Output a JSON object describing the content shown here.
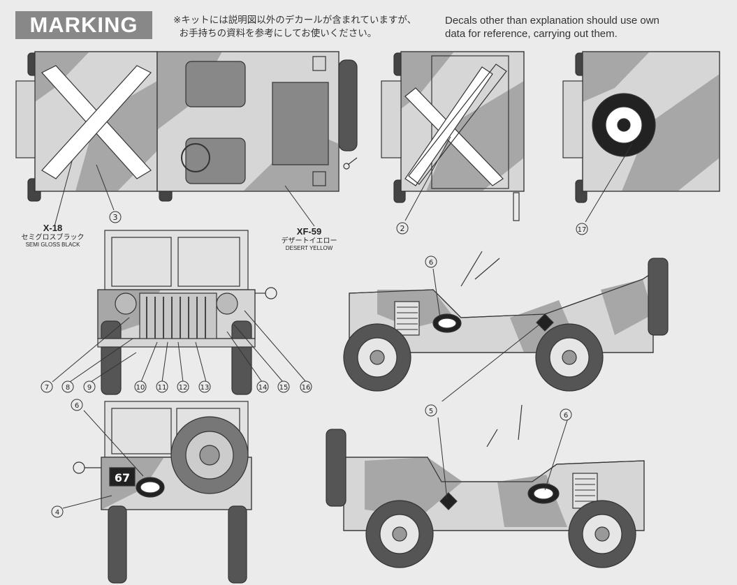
{
  "header": {
    "title": "MARKING",
    "note_jp": "※キットには説明図以外のデカールが含まれていますが、\n  お手持ちの資料を参考にしてお使いください。",
    "note_en": "Decals other than explanation should use own\ndata for reference, carrying out them."
  },
  "paints": [
    {
      "code": "X-18",
      "name_jp": "セミグロスブラック",
      "name_en": "SEMI GLOSS BLACK"
    },
    {
      "code": "XF-59",
      "name_jp": "デザートイエロー",
      "name_en": "DESERT YELLOW"
    }
  ],
  "callouts": {
    "top1": "3",
    "top2": "2",
    "top3": "17",
    "front": [
      "7",
      "8",
      "9",
      "10",
      "11",
      "12",
      "13",
      "14",
      "15",
      "16"
    ],
    "rear": [
      "6",
      "4"
    ],
    "side_right": "6",
    "side_left_5": "5",
    "side_left_6": "6"
  },
  "plate_number": "67",
  "colors": {
    "paper": "#ebebeb",
    "camo_dark": "#a7a7a7",
    "camo_light": "#d6d6d6",
    "line": "#333333"
  }
}
